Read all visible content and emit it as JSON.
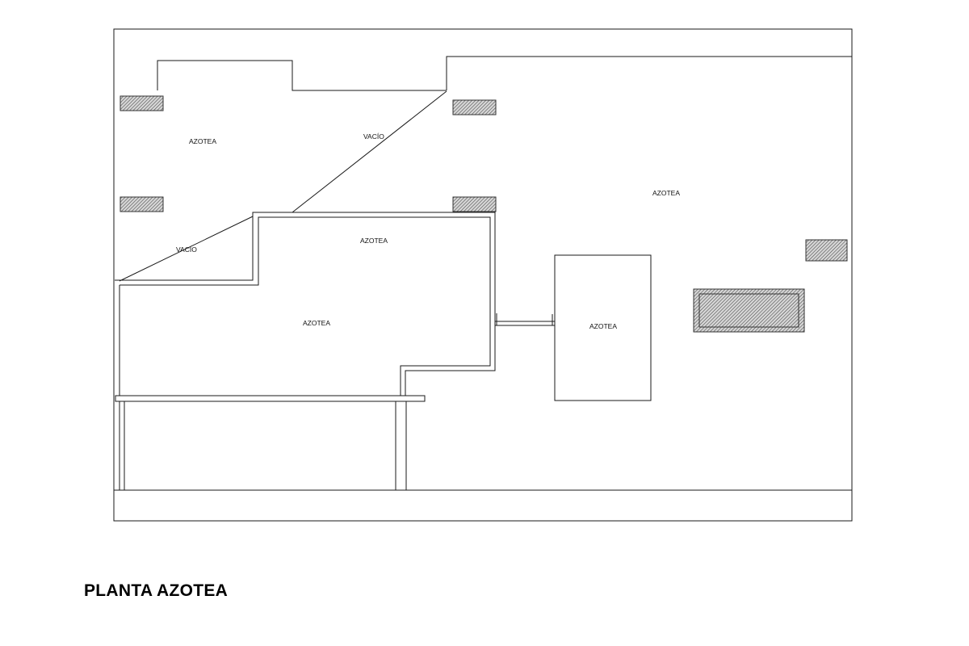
{
  "title": "PLANTA AZOTEA",
  "labels": {
    "azotea_top_left": "AZOTEA",
    "vacio_diagonal": "VACÍO",
    "vacio_lower": "VACÍO",
    "azotea_top_right": "AZOTEA",
    "azotea_upper_middle": "AZOTEA",
    "azotea_center": "AZOTEA",
    "azotea_box": "AZOTEA"
  },
  "colors": {
    "line": "#1a1a1a",
    "hatch": "#555555"
  }
}
